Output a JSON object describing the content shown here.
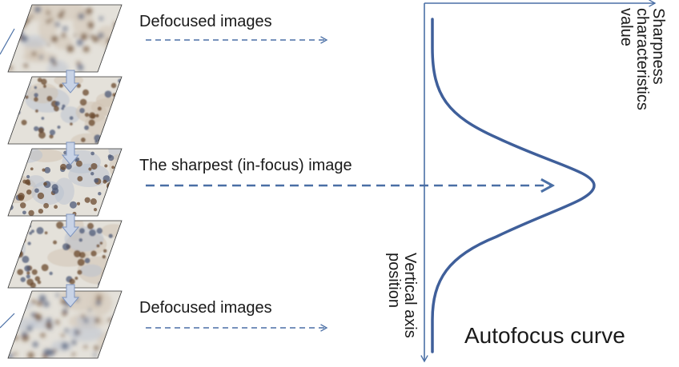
{
  "labels": {
    "defocused_top": "Defocused images",
    "sharpest": "The sharpest (in-focus) image",
    "defocused_bottom": "Defocused images",
    "sharpness_axis": [
      "Sharpness",
      "characteristics",
      "value"
    ],
    "vertical_axis": [
      "Vertical axis",
      "position"
    ],
    "curve_title": "Autofocus curve"
  },
  "colors": {
    "axis": "#4a6fa5",
    "curve": "#3f5f9a",
    "dashed_arrow": "#4a6fa5",
    "stack_arrow_fill": "#c8d3e6",
    "stack_arrow_stroke": "#7f95bf"
  },
  "image_stack": [
    {
      "focus": "defocused",
      "blur": 2.6
    },
    {
      "focus": "partly-focused",
      "blur": 0.9
    },
    {
      "focus": "sharp",
      "blur": 0.0
    },
    {
      "focus": "partly-focused",
      "blur": 1.0
    },
    {
      "focus": "defocused",
      "blur": 2.6
    }
  ]
}
